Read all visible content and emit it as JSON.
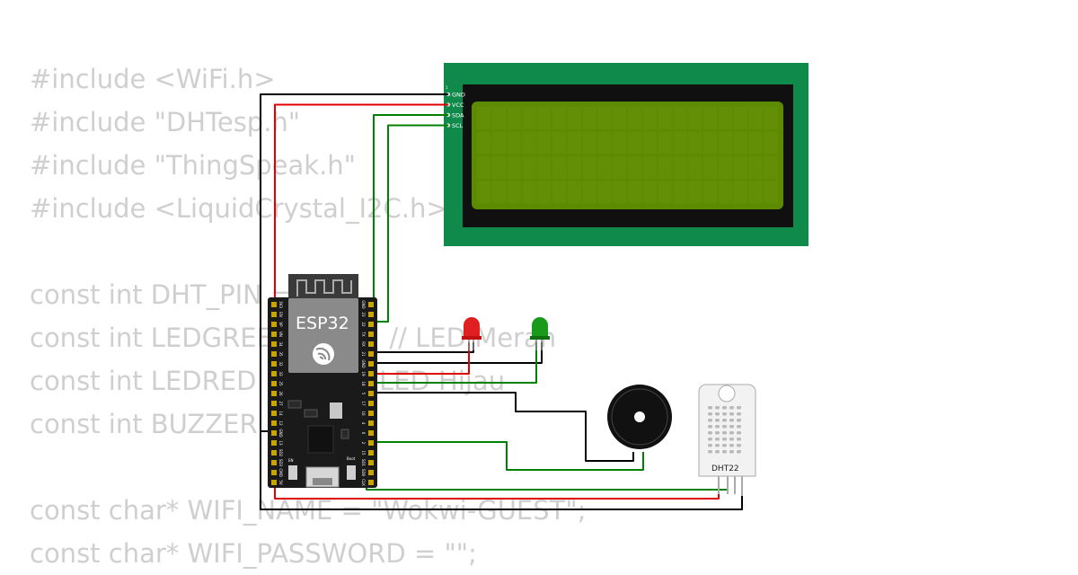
{
  "code_lines": [
    "#include <WiFi.h>",
    "#include \"DHTesp.h\"",
    "#include \"ThingSpeak.h\"",
    "#include <LiquidCrystal_I2C.h>",
    "",
    "const int DHT_PIN = ",
    "const int LEDGREEN = 18;  // LED Merah",
    "const int LEDRED = 19;  // LED Hijau",
    "const int BUZZER",
    "",
    "const char* WIFI_NAME = \"Wokwi-GUEST\";",
    "const char* WIFI_PASSWORD = \"\";"
  ],
  "lcd": {
    "pin_index": "1",
    "pins": [
      "GND",
      "VCC",
      "SDA",
      "SCL"
    ]
  },
  "esp32": {
    "label": "ESP32",
    "boot_label": "Boot",
    "en_label": "EN",
    "left_pins": [
      "3V3",
      "EN",
      "VP",
      "VN",
      "34",
      "35",
      "32",
      "33",
      "25",
      "26",
      "27",
      "14",
      "12",
      "GND",
      "13",
      "SD2",
      "SD3",
      "CMD",
      "5V"
    ],
    "right_pins": [
      "GND",
      "23",
      "22",
      "TX",
      "RX",
      "21",
      "GND",
      "19",
      "18",
      "5",
      "17",
      "16",
      "4",
      "0",
      "2",
      "15",
      "SD1",
      "SD0",
      "CLK"
    ]
  },
  "dht": {
    "label": "DHT22"
  },
  "leds": [
    {
      "color": "red"
    },
    {
      "color": "green"
    }
  ],
  "colors": {
    "wire_black": "#000000",
    "wire_red": "#e00000",
    "wire_green": "#008000",
    "lcd_board": "#0f8a4a",
    "lcd_screen": "#5c8a00",
    "esp_board": "#1a1a1a"
  }
}
